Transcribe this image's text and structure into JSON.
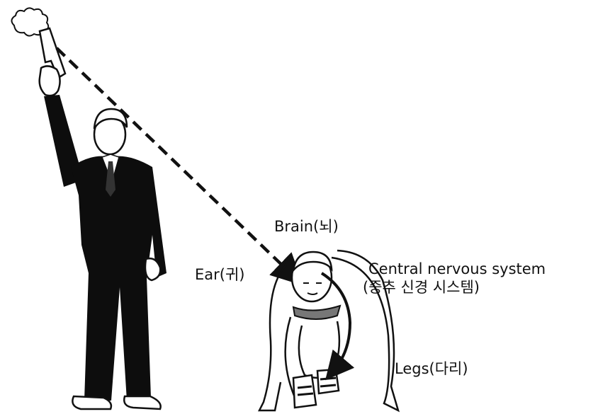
{
  "labels": {
    "brain": "Brain(뇌)",
    "ear": "Ear(귀)",
    "cns_line1": "Central nervous system",
    "cns_line2": "(중추 신경 시스템)",
    "legs": "Legs(다리)"
  },
  "figures": {
    "starter": "starter-with-pistol",
    "runner": "crouching-runner"
  },
  "colors": {
    "ink": "#111111",
    "suit": "#0d0d0d",
    "background": "#ffffff"
  }
}
